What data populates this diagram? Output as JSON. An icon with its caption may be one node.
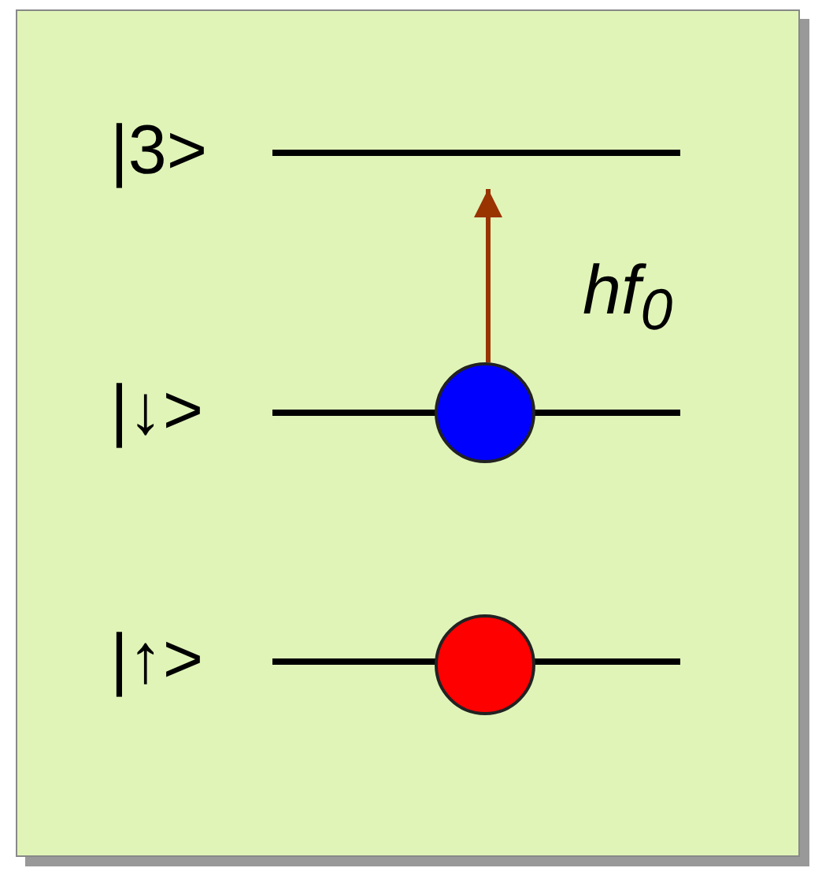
{
  "diagram": {
    "nodes": [
      {
        "text": [
          "|3>"
        ]
      },
      {
        "text": [
          "|↓>"
        ]
      },
      {
        "text": [
          "|↑>"
        ]
      },
      {
        "text": [],
        "shape": "circle"
      },
      {
        "text": [],
        "shape": "circle"
      }
    ],
    "edges": [
      {
        "from": 3,
        "to": 0,
        "arrow": "to",
        "label": "hf$_{0}$"
      }
    ]
  }
}
